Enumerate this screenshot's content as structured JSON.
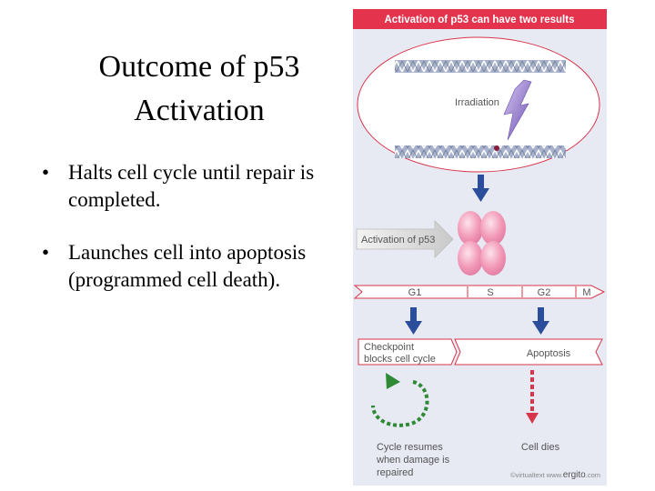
{
  "slide": {
    "title_line1": "Outcome of p53",
    "title_line2": "Activation",
    "bullets": [
      {
        "symbol": "•",
        "text": "Halts cell cycle until repair is completed."
      },
      {
        "symbol": "•",
        "text": "Launches cell into apoptosis (programmed cell death)."
      }
    ]
  },
  "figure": {
    "header": "Activation of p53 can have two results",
    "irradiation_label": "Irradiation",
    "activation_label": "Activation of p53",
    "phases": [
      "G1",
      "S",
      "G2",
      "M"
    ],
    "checkpoint_line1": "Checkpoint",
    "checkpoint_line2": "blocks cell cycle",
    "apoptosis_label": "Apoptosis",
    "cycle_line1": "Cycle resumes",
    "cycle_line2": "when damage is",
    "cycle_line3": "repaired",
    "cell_dies_label": "Cell dies",
    "credit_prefix": "©virtualtext  www.",
    "credit_brand": "ergito",
    "credit_suffix": ".com",
    "colors": {
      "header_bg": "#e4334d",
      "panel_bg": "#e7e9f3",
      "arrow_blue": "#2a4d9c",
      "green": "#2f8a36",
      "red": "#d8354a",
      "protein_pink": "#f29ab8",
      "label_gray": "#555555"
    }
  }
}
